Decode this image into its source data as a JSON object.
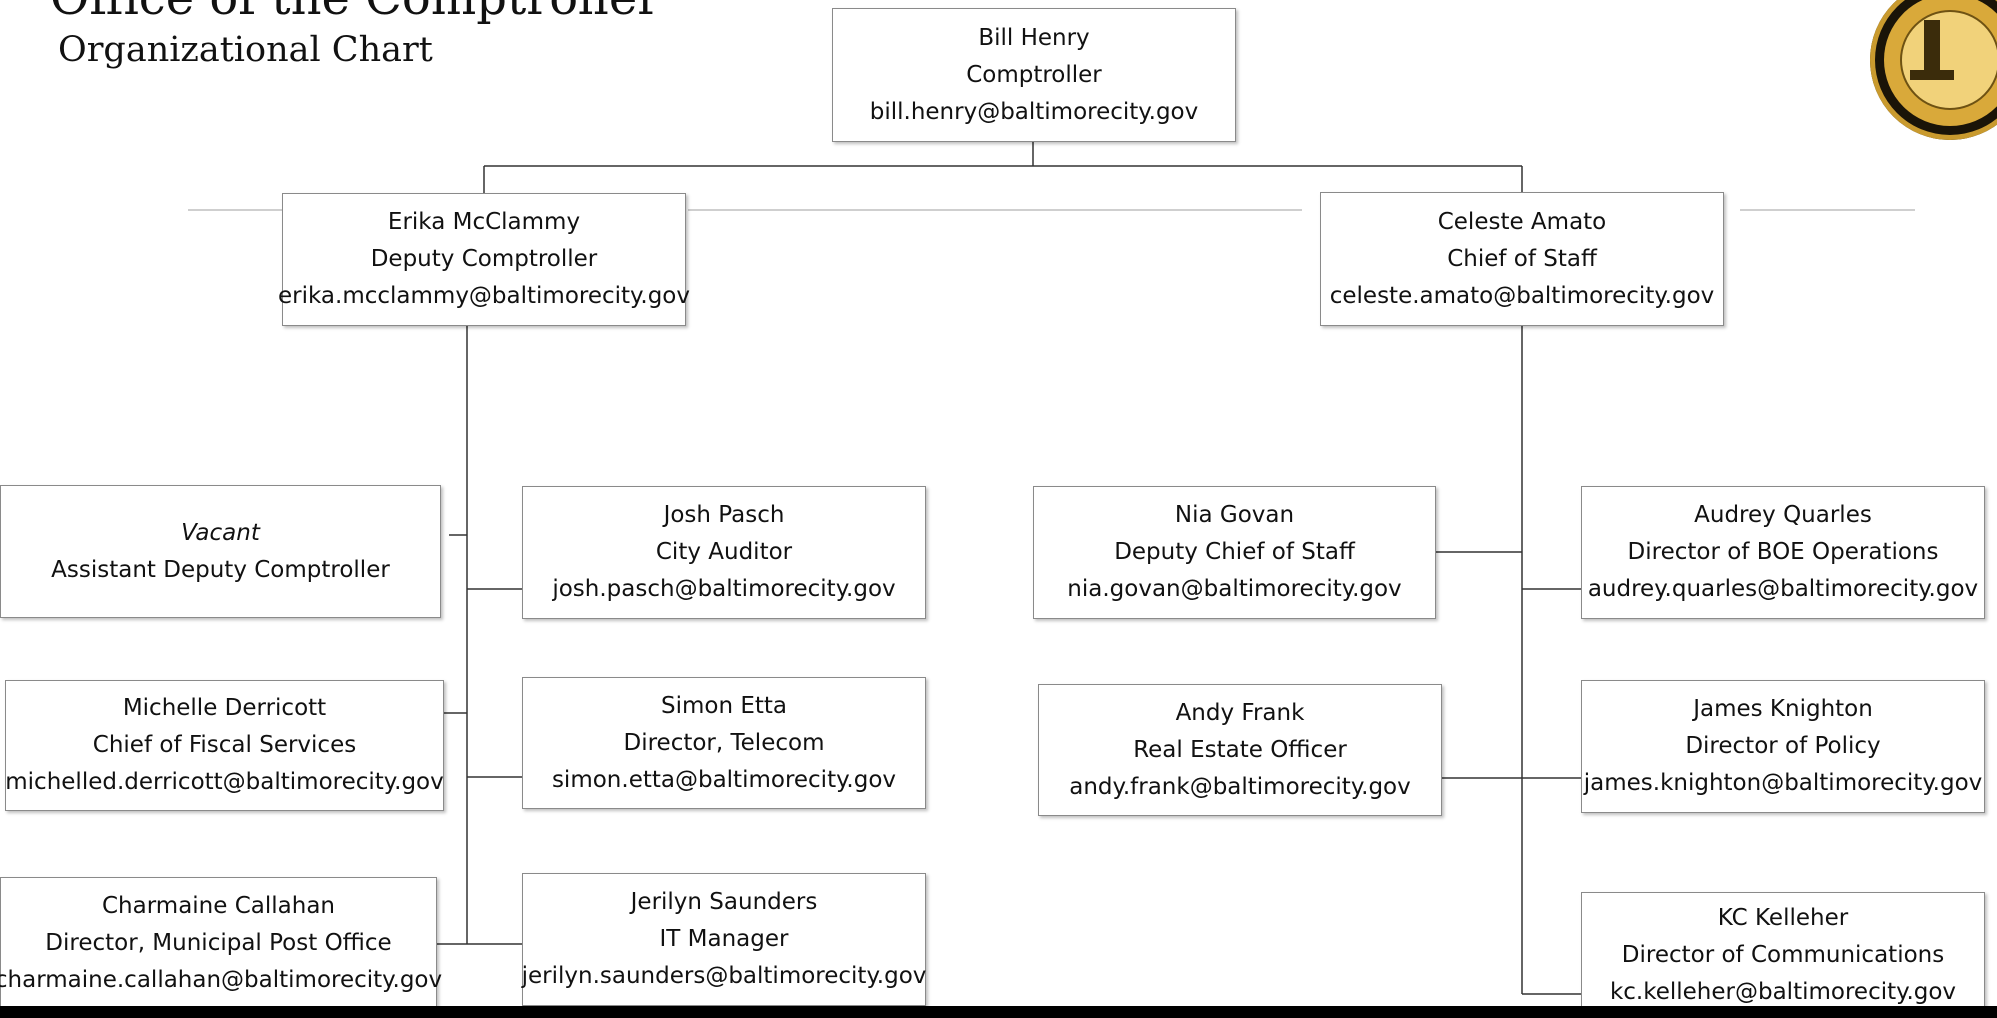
{
  "header": {
    "title": "Office of the Comptroller",
    "subtitle": "Organizational Chart"
  },
  "org": {
    "head": {
      "name": "Bill Henry",
      "title": "Comptroller",
      "email": "bill.henry@baltimorecity.gov"
    },
    "deputy": {
      "name": "Erika McClammy",
      "title": "Deputy Comptroller",
      "email": "erika.mcclammy@baltimorecity.gov"
    },
    "chief_of_staff": {
      "name": "Celeste Amato",
      "title": "Chief of Staff",
      "email": "celeste.amato@baltimorecity.gov"
    },
    "deputy_reports": [
      {
        "name": "Vacant",
        "title": "Assistant Deputy Comptroller",
        "email": ""
      },
      {
        "name": "Josh Pasch",
        "title": "City Auditor",
        "email": "josh.pasch@baltimorecity.gov"
      },
      {
        "name": "Michelle Derricott",
        "title": "Chief of Fiscal Services",
        "email": "michelled.derricott@baltimorecity.gov"
      },
      {
        "name": "Simon Etta",
        "title": "Director, Telecom",
        "email": "simon.etta@baltimorecity.gov"
      },
      {
        "name": "Charmaine Callahan",
        "title": "Director, Municipal Post Office",
        "email": "charmaine.callahan@baltimorecity.gov"
      },
      {
        "name": "Jerilyn Saunders",
        "title": "IT Manager",
        "email": "jerilyn.saunders@baltimorecity.gov"
      }
    ],
    "chief_reports": [
      {
        "name": "Nia Govan",
        "title": "Deputy Chief of Staff",
        "email": "nia.govan@baltimorecity.gov"
      },
      {
        "name": "Audrey Quarles",
        "title": "Director of BOE Operations",
        "email": "audrey.quarles@baltimorecity.gov"
      },
      {
        "name": "Andy Frank",
        "title": "Real Estate Officer",
        "email": "andy.frank@baltimorecity.gov"
      },
      {
        "name": "James Knighton",
        "title": "Director of Policy",
        "email": "james.knighton@baltimorecity.gov"
      },
      {
        "name": "KC Kelleher",
        "title": "Director of Communications",
        "email": "kc.kelleher@baltimorecity.gov"
      }
    ]
  },
  "seal": {
    "label": "comptroller-seal"
  }
}
